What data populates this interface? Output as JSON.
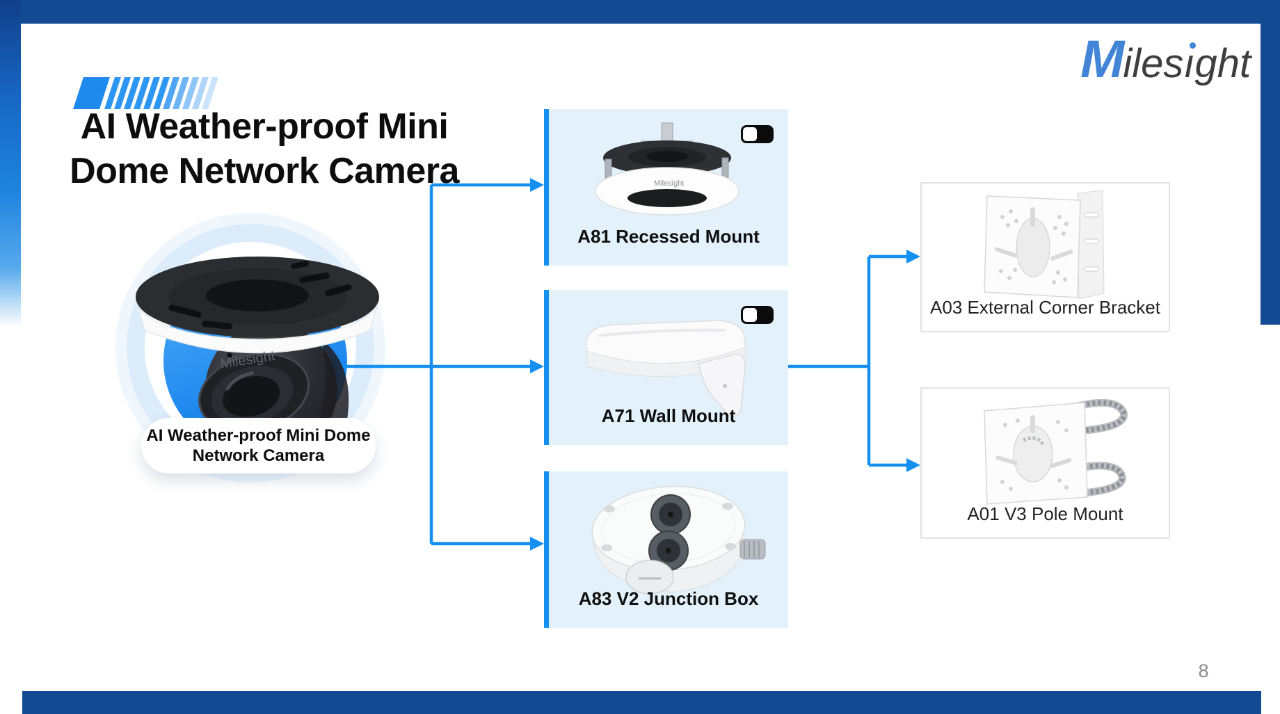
{
  "slide": {
    "title": {
      "line1": "AI Weather-proof Mini",
      "line2": "Dome Network Camera"
    },
    "logo": {
      "m": "M",
      "mid": "iles",
      "i_dotless": "ı",
      "tail": "ght"
    },
    "page_number": "8"
  },
  "camera": {
    "label_line1": "AI Weather-proof Mini Dome",
    "label_line2": "Network Camera",
    "brand_mark": "Milesight"
  },
  "accessories": [
    {
      "label": "A81 Recessed Mount",
      "brand_mark": "Milesight",
      "toggle": true
    },
    {
      "label": "A71 Wall Mount",
      "toggle": true
    },
    {
      "label": "A83 V2 Junction Box",
      "toggle": false
    }
  ],
  "brackets": [
    {
      "label": "A03 External Corner Bracket"
    },
    {
      "label": "A01 V3 Pole Mount"
    }
  ],
  "colors": {
    "accent_blue": "#1590F0",
    "navy": "#124A93",
    "box_fill": "#E3F1FB",
    "title_text": "#0D0D0D",
    "page_number_gray": "#8A8A8A"
  }
}
